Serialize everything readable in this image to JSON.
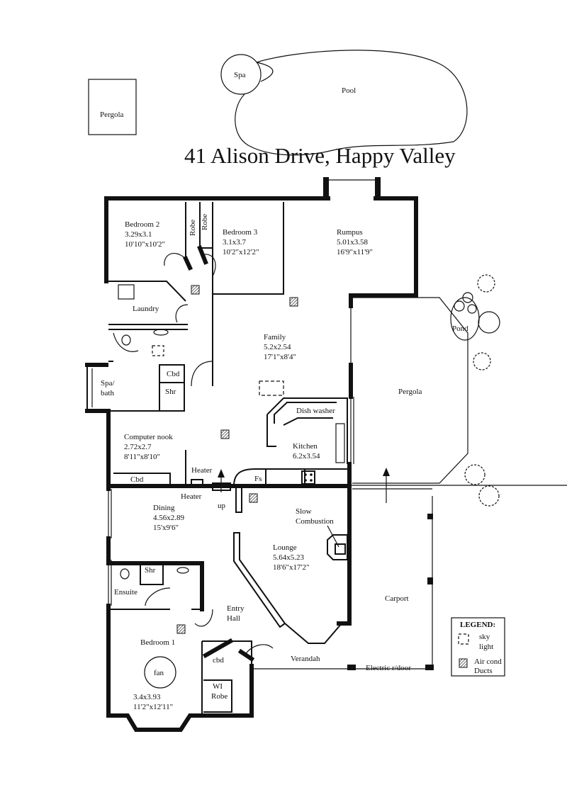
{
  "title": "41 Alison Drive,  Happy Valley",
  "outdoor": {
    "spa": "Spa",
    "pool": "Pool",
    "pergola_top": "Pergola",
    "pergola_side": "Pergola",
    "pond": "Pond",
    "carport": "Carport",
    "verandah": "Verandah",
    "electric_door": "Electric r/door"
  },
  "rooms": {
    "bedroom2": {
      "name": "Bedroom 2",
      "metric": "3.29x3.1",
      "imperial": "10'10\"x10'2\""
    },
    "robe_a": "Robe",
    "robe_b": "Robe",
    "bedroom3": {
      "name": "Bedroom 3",
      "metric": "3.1x3.7",
      "imperial": "10'2\"x12'2\""
    },
    "rumpus": {
      "name": "Rumpus",
      "metric": "5.01x3.58",
      "imperial": "16'9\"x11'9\""
    },
    "laundry": "Laundry",
    "family": {
      "name": "Family",
      "metric": "5.2x2.54",
      "imperial": "17'1\"x8'4\""
    },
    "cbd_bath": "Cbd",
    "shr_bath": "Shr",
    "spa_bath": [
      "Spa/",
      "bath"
    ],
    "dish_washer": "Dish washer",
    "kitchen": {
      "name": "Kitchen",
      "metric": "6.2x3.54"
    },
    "computer_nook": {
      "name": "Computer nook",
      "metric": "2.72x2.7",
      "imperial": "8'11\"x8'10\""
    },
    "cbd_nook": "Cbd",
    "heater_top": "Heater",
    "heater_bottom": "Heater",
    "fs": "Fs",
    "up": "up",
    "dining": {
      "name": "Dining",
      "metric": "4.56x2.89",
      "imperial": "15'x9'6\""
    },
    "slow_combustion": [
      "Slow",
      "Combustion"
    ],
    "lounge": {
      "name": "Lounge",
      "metric": "5.64x5.23",
      "imperial": "18'6\"x17'2\""
    },
    "shr_ensuite": "Shr",
    "ensuite": "Ensuite",
    "entry_hall": [
      "Entry",
      "Hall"
    ],
    "bedroom1": {
      "name": "Bedroom 1",
      "metric": "3.4x3.93",
      "imperial": "11'2\"x12'11\""
    },
    "fan": "fan",
    "cbd_entry": "cbd",
    "wi_robe": [
      "WI",
      "Robe"
    ]
  },
  "legend": {
    "title": "LEGEND:",
    "items": [
      {
        "symbol": "skylight-icon",
        "label": [
          "sky",
          "light"
        ]
      },
      {
        "symbol": "air-duct-icon",
        "label": [
          "Air cond",
          "Ducts"
        ]
      }
    ]
  }
}
